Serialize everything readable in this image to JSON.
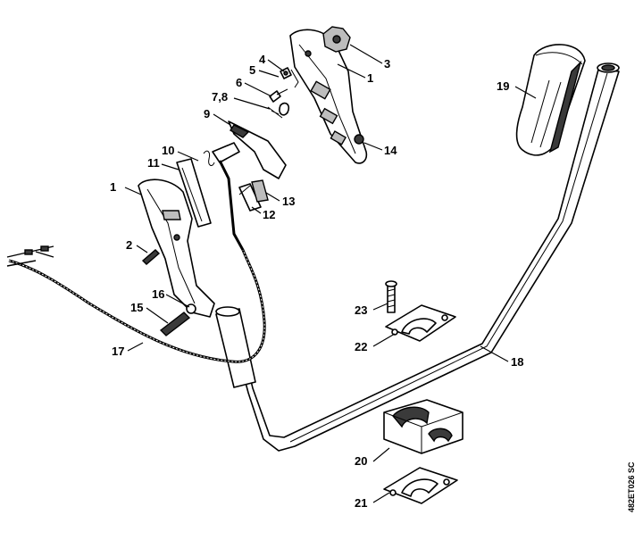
{
  "diagram": {
    "reference_code": "482ET026 SC",
    "callouts": [
      "1",
      "2",
      "3",
      "4",
      "5",
      "6",
      "7,8",
      "9",
      "10",
      "11",
      "1",
      "12",
      "13",
      "14",
      "15",
      "16",
      "17",
      "18",
      "19",
      "20",
      "21",
      "22",
      "23"
    ]
  }
}
